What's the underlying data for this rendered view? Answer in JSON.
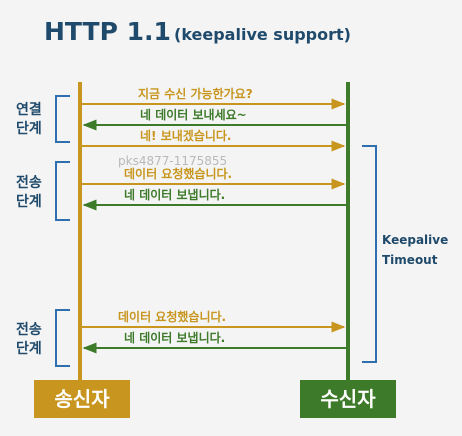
{
  "title": {
    "main": "HTTP 1.1",
    "sub": "(keepalive support)"
  },
  "watermark": "pks4877-1175855",
  "actors": {
    "sender": {
      "label": "송신자",
      "color": "#c8961e"
    },
    "receiver": {
      "label": "수신자",
      "color": "#3d7a2a"
    }
  },
  "phases": [
    {
      "line1": "연결",
      "line2": "단계"
    },
    {
      "line1": "전송",
      "line2": "단계"
    },
    {
      "line1": "전송",
      "line2": "단계"
    }
  ],
  "messages": [
    {
      "text": "지금 수신 가능한가요?",
      "direction": "right"
    },
    {
      "text": "네 데이터 보내세요~",
      "direction": "left"
    },
    {
      "text": "네! 보내겠습니다.",
      "direction": "right"
    },
    {
      "text": "데이터 요청했습니다.",
      "direction": "right"
    },
    {
      "text": "네 데이터 보냅니다.",
      "direction": "left"
    },
    {
      "text": "데이터 요청했습니다.",
      "direction": "right"
    },
    {
      "text": "네 데이터 보냅니다.",
      "direction": "left"
    }
  ],
  "timeout": {
    "line1": "Keepalive",
    "line2": "Timeout"
  },
  "colors": {
    "sender_message": "#c8961e",
    "receiver_message": "#3d7a2a",
    "bracket": "#2f6fb0",
    "title": "#1f4a6b"
  }
}
